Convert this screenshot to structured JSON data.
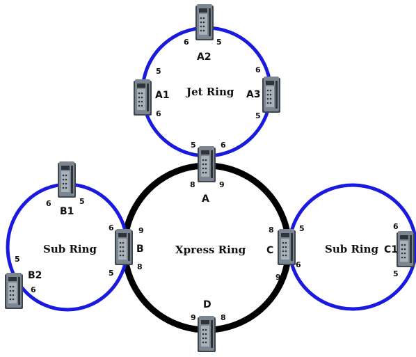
{
  "colors": {
    "jet_ring": "#1a1adf",
    "xpress_ring": "#000000",
    "sub_ring": "#1a1adf",
    "switch_body": "#6f7a85",
    "switch_shadow": "#3d454d",
    "switch_face": "#9aa4ae"
  },
  "rings": {
    "jet": {
      "label": "Jet Ring"
    },
    "xpress": {
      "label": "Xpress Ring"
    },
    "sub_left": {
      "label": "Sub Ring"
    },
    "sub_right": {
      "label": "Sub Ring"
    }
  },
  "switches": {
    "A2": {
      "label": "A2",
      "ports": [
        "6",
        "5"
      ]
    },
    "A1": {
      "label": "A1",
      "ports": [
        "5",
        "6"
      ]
    },
    "A3": {
      "label": "A3",
      "ports": [
        "6",
        "5"
      ]
    },
    "A": {
      "label": "A",
      "ports": [
        "5",
        "6",
        "8",
        "9"
      ]
    },
    "B1": {
      "label": "B1",
      "ports": [
        "6",
        "5"
      ]
    },
    "B": {
      "label": "B",
      "ports": [
        "6",
        "9",
        "5",
        "8"
      ]
    },
    "B2": {
      "label": "B2",
      "ports": [
        "5",
        "6"
      ]
    },
    "C": {
      "label": "C",
      "ports": [
        "8",
        "5",
        "9",
        "6"
      ]
    },
    "C1": {
      "label": "C1",
      "ports": [
        "6",
        "5"
      ]
    },
    "D": {
      "label": "D",
      "ports": [
        "9",
        "8"
      ]
    }
  }
}
